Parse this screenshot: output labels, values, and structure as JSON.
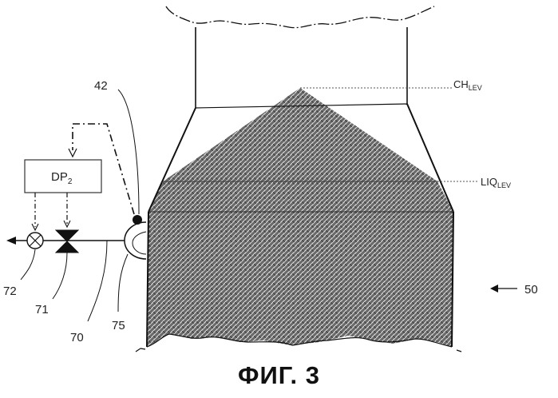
{
  "figure": {
    "caption": "ФИГ. 3",
    "level_labels": {
      "charge_level": {
        "main": "CH",
        "sub": "LEV"
      },
      "liquid_level": {
        "main": "LIQ",
        "sub": "LEV"
      }
    },
    "box_label": {
      "main": "DP",
      "sub": "2"
    },
    "reference_numerals": {
      "sensor": "42",
      "vessel": "50",
      "pipe": "70",
      "valve": "71",
      "indicator": "72",
      "sensor_housing": "75"
    }
  },
  "colors": {
    "line": "#111111",
    "fill_pattern": "#5f5f5f",
    "background": "#ffffff"
  },
  "icons": [
    "valve-icon",
    "indicator-lamp-icon",
    "arrow-left-icon",
    "sensor-dot-icon"
  ]
}
